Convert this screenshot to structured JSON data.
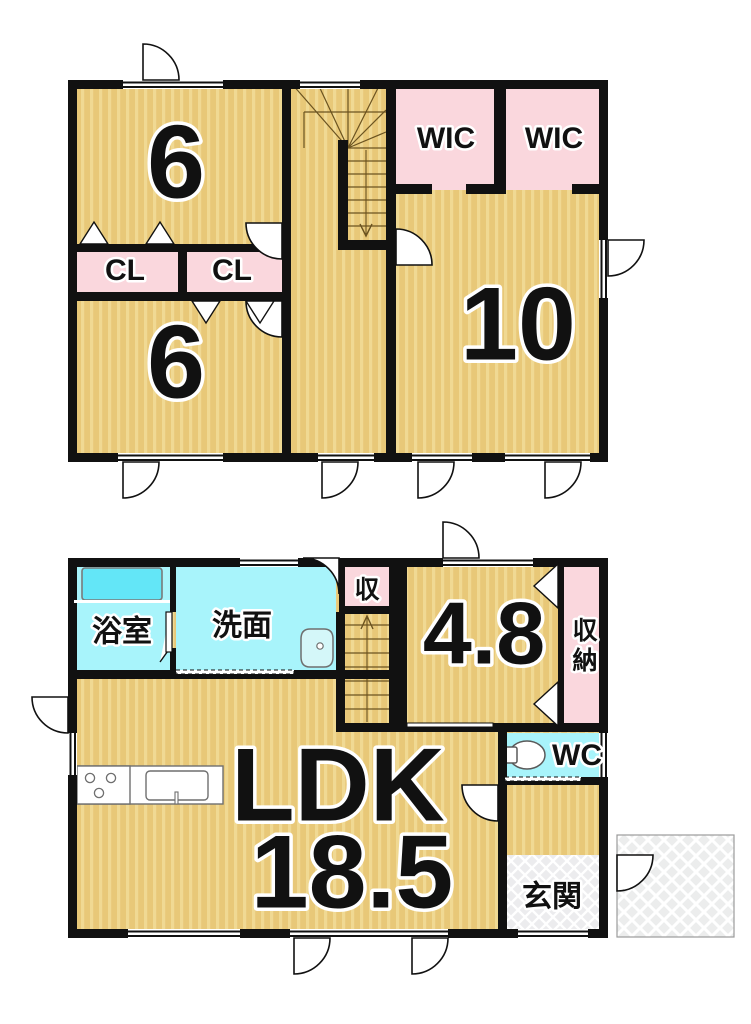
{
  "document": {
    "type": "floor-plan",
    "title": "",
    "floors": [
      {
        "id": "upper-floor",
        "name": "second-floor-plan",
        "rooms": [
          {
            "id": "room-6-upper",
            "label": "6",
            "kind": "japanese-room",
            "fill": "wood"
          },
          {
            "id": "room-6-lower",
            "label": "6",
            "kind": "japanese-room",
            "fill": "wood"
          },
          {
            "id": "room-10",
            "label": "10",
            "kind": "western-room",
            "fill": "wood"
          },
          {
            "id": "wic-left",
            "label": "WIC",
            "kind": "walk-in-closet",
            "fill": "closet"
          },
          {
            "id": "wic-right",
            "label": "WIC",
            "kind": "walk-in-closet",
            "fill": "closet"
          },
          {
            "id": "cl-left",
            "label": "CL",
            "kind": "closet",
            "fill": "closet"
          },
          {
            "id": "cl-right",
            "label": "CL",
            "kind": "closet",
            "fill": "closet"
          },
          {
            "id": "hall-upper",
            "label": "",
            "kind": "hall",
            "fill": "wood"
          },
          {
            "id": "stair-upper",
            "label": "",
            "kind": "stairs-down",
            "fill": "wood"
          }
        ]
      },
      {
        "id": "lower-floor",
        "name": "first-floor-plan",
        "rooms": [
          {
            "id": "ldk",
            "label": "LDK",
            "sublabel": "18.5",
            "kind": "living-dining-kitchen",
            "fill": "wood"
          },
          {
            "id": "room-4-8",
            "label": "4.8",
            "kind": "japanese-room",
            "fill": "wood"
          },
          {
            "id": "bathroom",
            "label": "浴室",
            "kind": "bathroom",
            "fill": "water"
          },
          {
            "id": "washroom",
            "label": "洗面",
            "kind": "washroom",
            "fill": "water"
          },
          {
            "id": "toilet",
            "label": "WC",
            "kind": "toilet",
            "fill": "water"
          },
          {
            "id": "entrance",
            "label": "玄関",
            "kind": "entrance",
            "fill": "tile"
          },
          {
            "id": "storage-small",
            "label": "収",
            "kind": "storage",
            "fill": "closet"
          },
          {
            "id": "storage-tall",
            "label": "収納",
            "kind": "storage",
            "fill": "closet"
          },
          {
            "id": "hall-lower",
            "label": "",
            "kind": "hall",
            "fill": "wood"
          },
          {
            "id": "stair-lower",
            "label": "",
            "kind": "stairs-up",
            "fill": "wood"
          }
        ]
      }
    ],
    "fixtures": [
      {
        "id": "bathtub",
        "name": "bathtub"
      },
      {
        "id": "sink-basin",
        "name": "wash-basin"
      },
      {
        "id": "toilet-bowl",
        "name": "toilet-bowl"
      },
      {
        "id": "stove",
        "name": "kitchen-stove"
      },
      {
        "id": "kitchen-sink",
        "name": "kitchen-sink"
      }
    ],
    "colors": {
      "wall": "#111111",
      "wood_floor": "#e8c878",
      "wood_stripe": "#f2dda2",
      "closet_pink": "#fad7dd",
      "water_cyan": "#a8f4fb",
      "tub_cyan": "#63e6f7",
      "tile_grey": "#ececed",
      "outline": "#000000",
      "label_text": "#111111",
      "label_halo": "#ffffff"
    },
    "labels": {
      "upper": {
        "room_6_top": "6",
        "room_6_bottom": "6",
        "room_10": "10",
        "wic_left": "WIC",
        "wic_right": "WIC",
        "cl_left": "CL",
        "cl_right": "CL"
      },
      "lower": {
        "ldk": "LDK",
        "ldk_size": "18.5",
        "room_48": "4.8",
        "bathroom": "浴室",
        "washroom": "洗面",
        "toilet": "WC",
        "entrance": "玄関",
        "storage_small": "収",
        "storage_tall_1": "収",
        "storage_tall_2": "納"
      }
    }
  }
}
